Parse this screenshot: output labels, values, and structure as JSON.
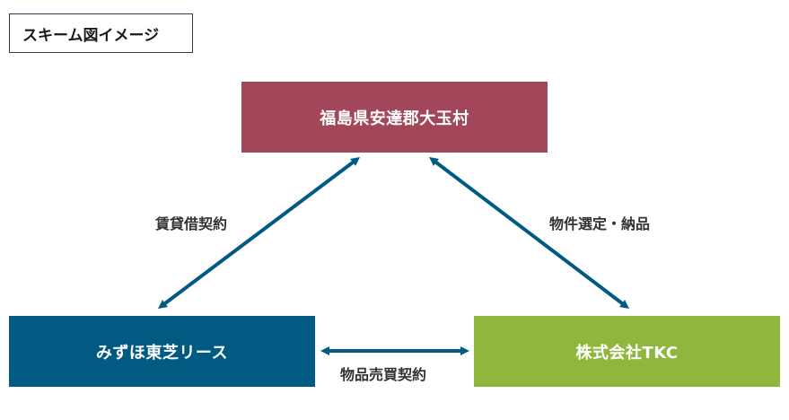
{
  "title": "スキーム図イメージ",
  "nodes": {
    "top": "福島県安達郡大玉村",
    "left": "みずほ東芝リース",
    "right": "株式会社TKC"
  },
  "edges": {
    "left": "賃貸借契約",
    "right": "物件選定・納品",
    "bottom": "物品売買契約"
  },
  "colors": {
    "top_node": "#a2475a",
    "left_node": "#005a82",
    "right_node": "#8fb73e",
    "arrow": "#005a82"
  }
}
